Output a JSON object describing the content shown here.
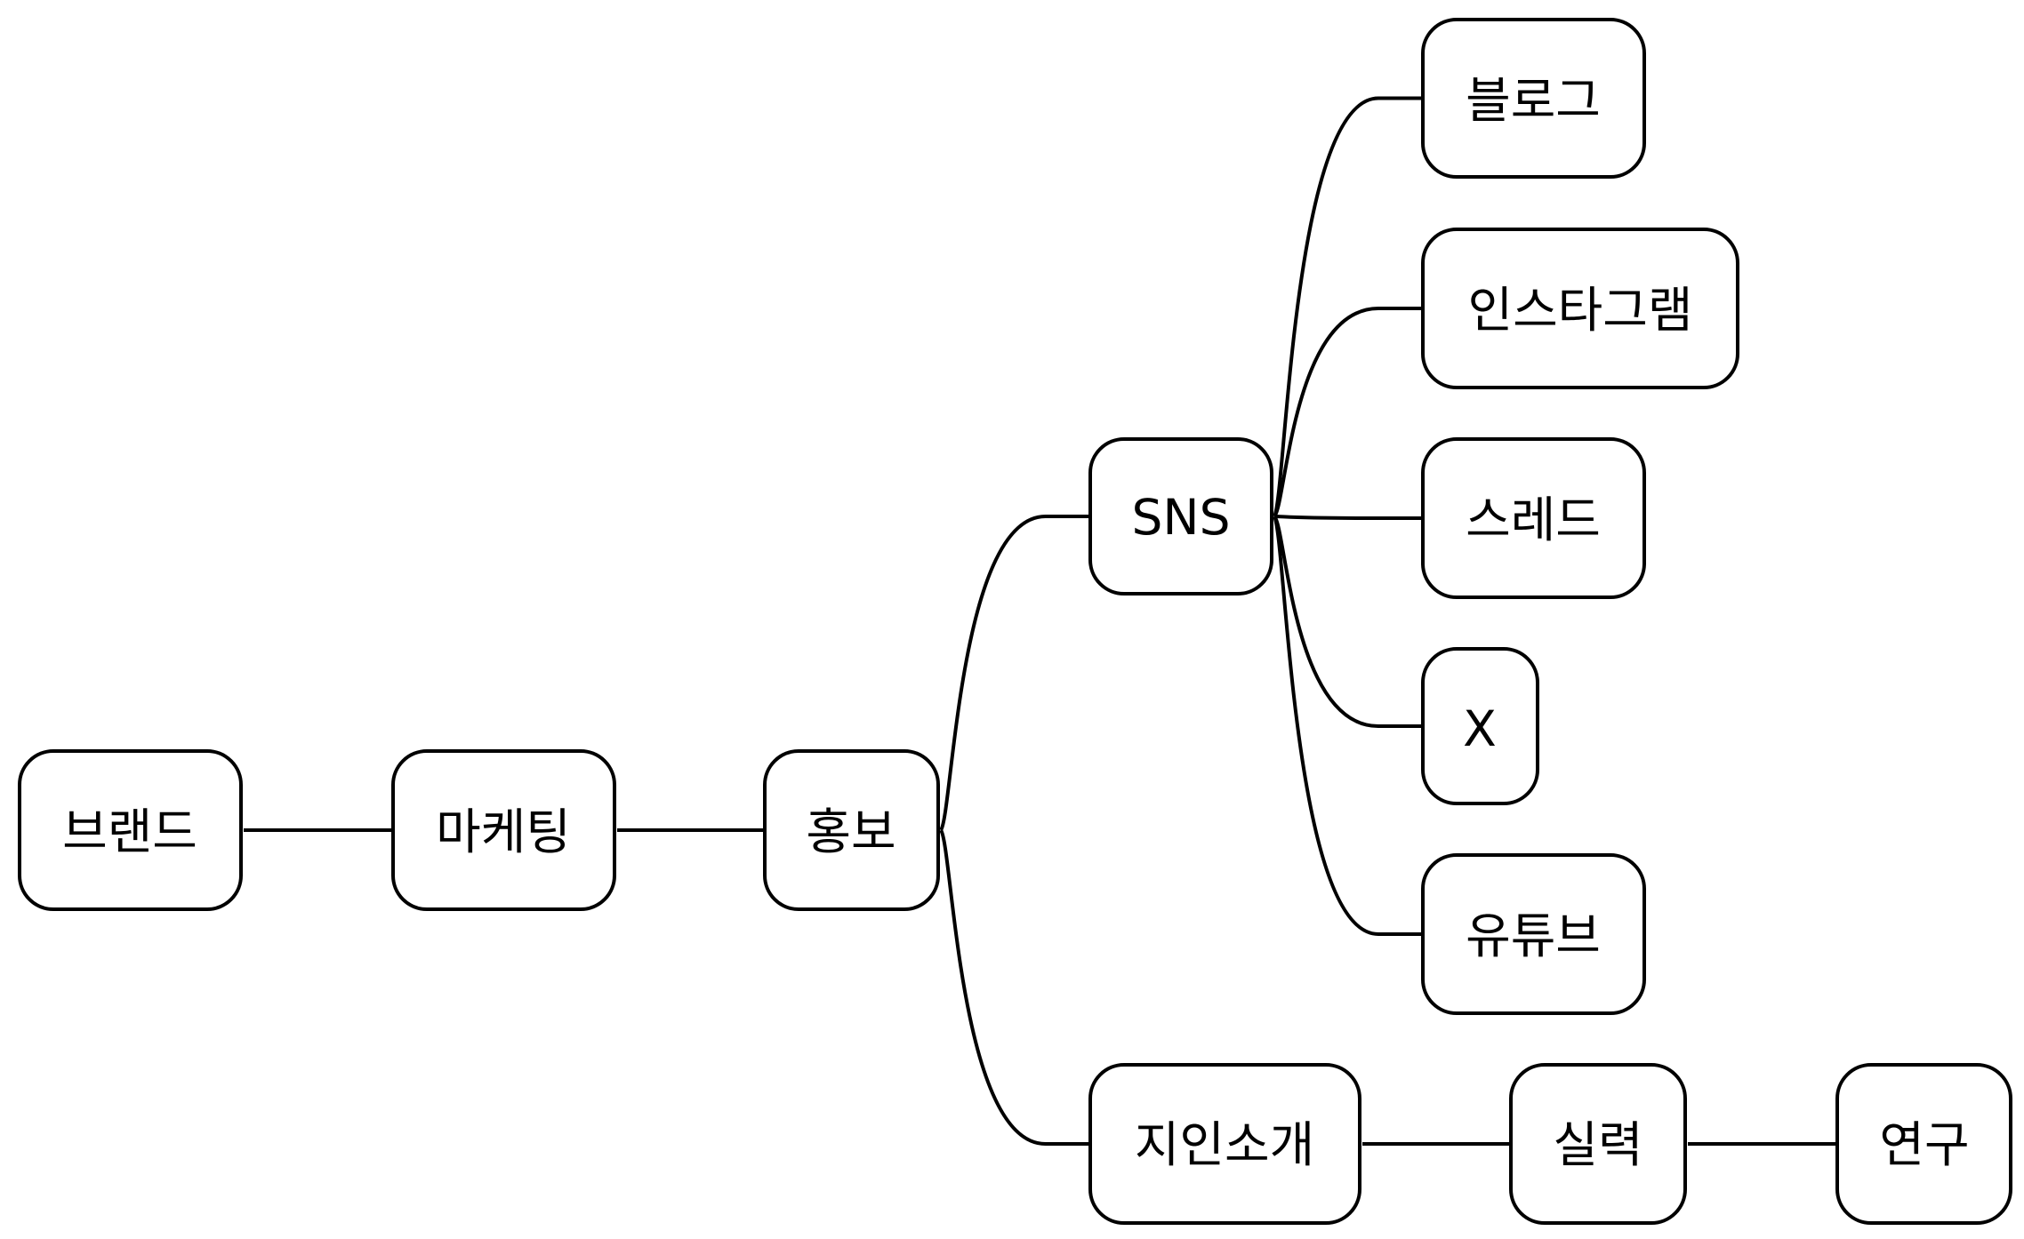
{
  "diagram": {
    "type": "mind-map",
    "nodes": {
      "brand": "브랜드",
      "marketing": "마케팅",
      "promotion": "홍보",
      "sns": "SNS",
      "blog": "블로그",
      "instagram": "인스타그램",
      "threads": "스레드",
      "x": "X",
      "youtube": "유튜브",
      "referral": "지인소개",
      "skill": "실력",
      "research": "연구"
    },
    "edges": [
      [
        "brand",
        "marketing"
      ],
      [
        "marketing",
        "promotion"
      ],
      [
        "promotion",
        "sns"
      ],
      [
        "promotion",
        "referral"
      ],
      [
        "sns",
        "blog"
      ],
      [
        "sns",
        "instagram"
      ],
      [
        "sns",
        "threads"
      ],
      [
        "sns",
        "x"
      ],
      [
        "sns",
        "youtube"
      ],
      [
        "referral",
        "skill"
      ],
      [
        "skill",
        "research"
      ]
    ],
    "colors": {
      "stroke": "#000000",
      "fill": "#ffffff",
      "text": "#000000"
    }
  }
}
